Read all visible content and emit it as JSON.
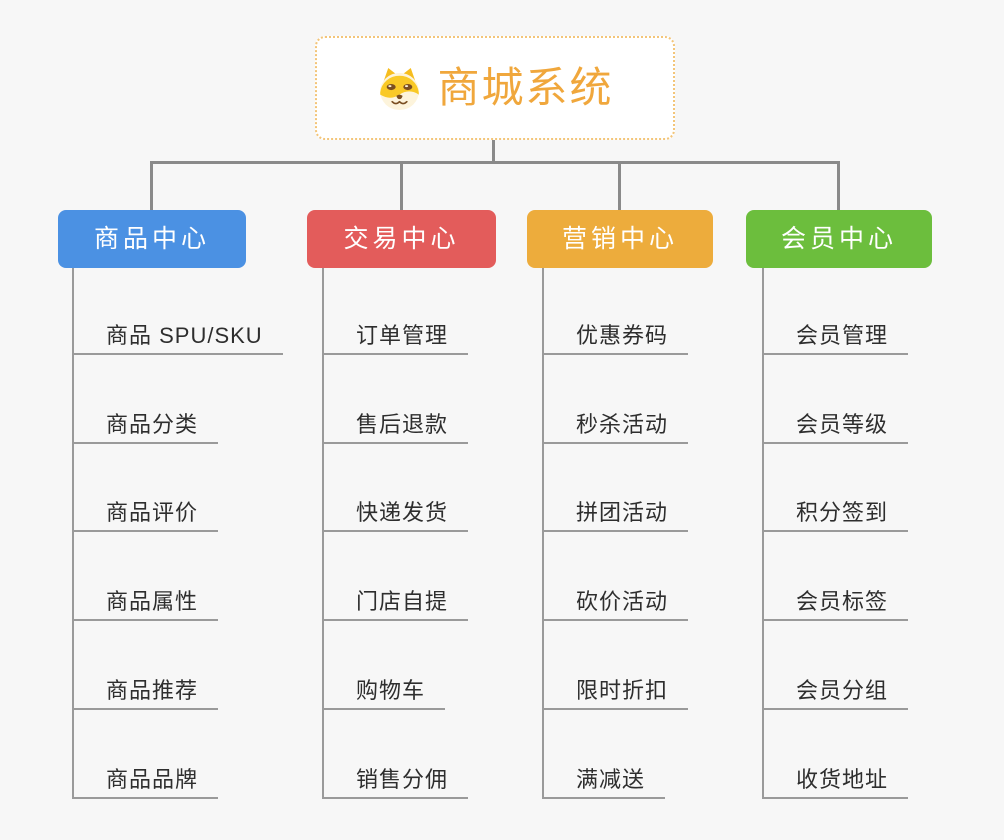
{
  "canvas": {
    "background": "#f7f7f7",
    "connector_color": "#8a8a8a",
    "child_line_color": "#9a9a9a"
  },
  "root": {
    "title": "商城系统",
    "icon": "dog-face-icon",
    "text_color": "#f0a73c",
    "border_color": "#f3c579",
    "background": "#ffffff"
  },
  "branches": [
    {
      "label": "商品中心",
      "color": "#4b91e3",
      "items": [
        "商品 SPU/SKU",
        "商品分类",
        "商品评价",
        "商品属性",
        "商品推荐",
        "商品品牌"
      ]
    },
    {
      "label": "交易中心",
      "color": "#e35c5b",
      "items": [
        "订单管理",
        "售后退款",
        "快递发货",
        "门店自提",
        "购物车",
        "销售分佣"
      ]
    },
    {
      "label": "营销中心",
      "color": "#edac3c",
      "items": [
        "优惠券码",
        "秒杀活动",
        "拼团活动",
        "砍价活动",
        "限时折扣",
        "满减送"
      ]
    },
    {
      "label": "会员中心",
      "color": "#6cbe3d",
      "items": [
        "会员管理",
        "会员等级",
        "积分签到",
        "会员标签",
        "会员分组",
        "收货地址"
      ]
    }
  ]
}
